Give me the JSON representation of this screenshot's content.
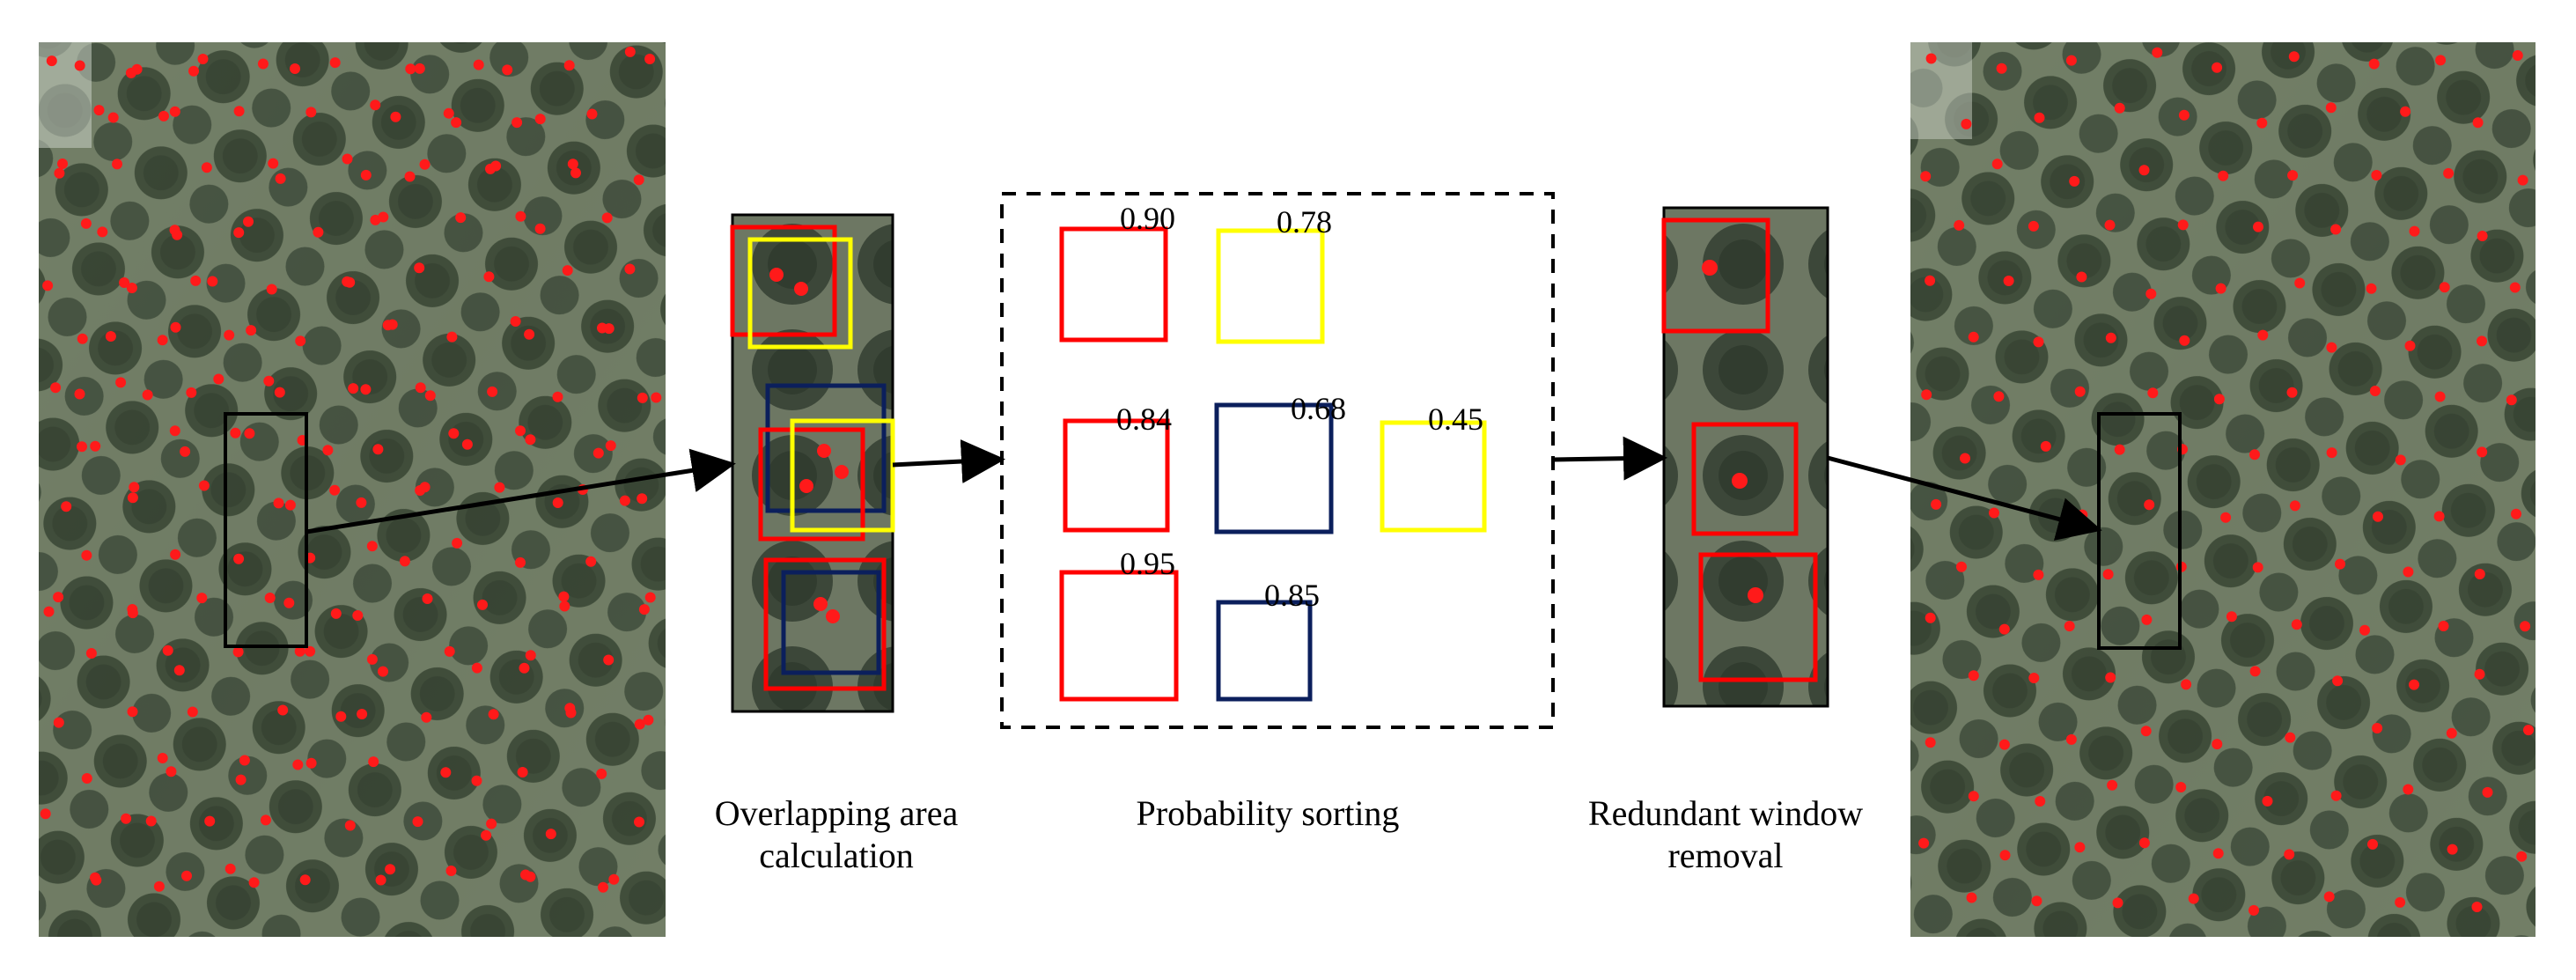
{
  "captions": {
    "overlap": [
      "Overlapping area",
      "calculation"
    ],
    "probability": "Probability sorting",
    "removal": [
      "Redundant window",
      "removal"
    ]
  },
  "scores": [
    "0.90",
    "0.78",
    "0.84",
    "0.68",
    "0.45",
    "0.95",
    "0.85"
  ],
  "colors": {
    "background": "#ffffff",
    "vegetation": "#4f5d47",
    "point": "#ff1a1a",
    "box_red": "#ff0000",
    "box_yellow": "#ffff00",
    "box_navy": "#0b1f5c",
    "frame": "#000000",
    "arrow": "#000000"
  }
}
